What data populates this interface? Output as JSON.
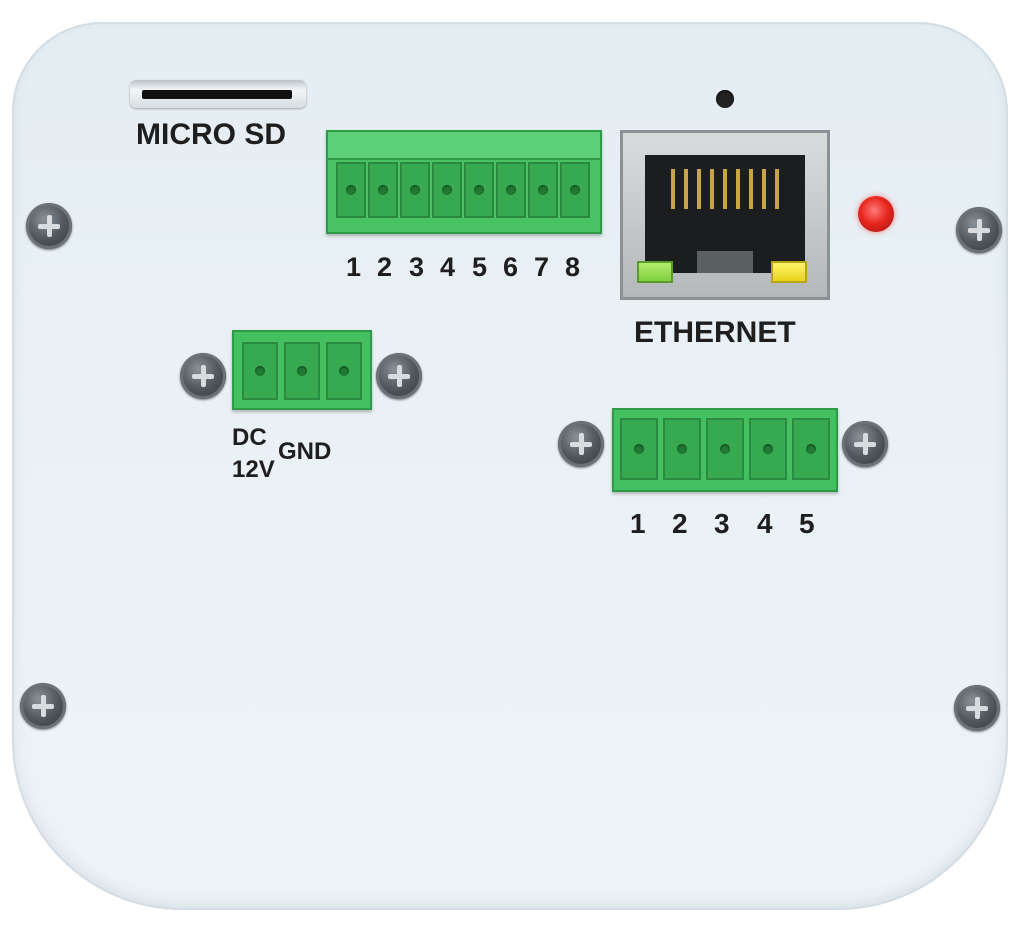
{
  "labels": {
    "micro_sd": "MICRO SD",
    "ethernet": "ETHERNET",
    "dc": "DC",
    "v12": "12V",
    "gnd": "GND"
  },
  "io_terminal_8_numbers": [
    "1",
    "2",
    "3",
    "4",
    "5",
    "6",
    "7",
    "8"
  ],
  "io_terminal_5_numbers": [
    "1",
    "2",
    "3",
    "4",
    "5"
  ],
  "colors": {
    "panel": "#e8f0f4",
    "terminal_green": "#45c060",
    "status_led_red": "#e8281f",
    "link_led_green": "#9be05a",
    "activity_led_yellow": "#f2e03a"
  },
  "icons": {
    "screw": "screw-icon",
    "status_led": "status-led-icon",
    "reset_hole": "reset-hole-icon"
  }
}
